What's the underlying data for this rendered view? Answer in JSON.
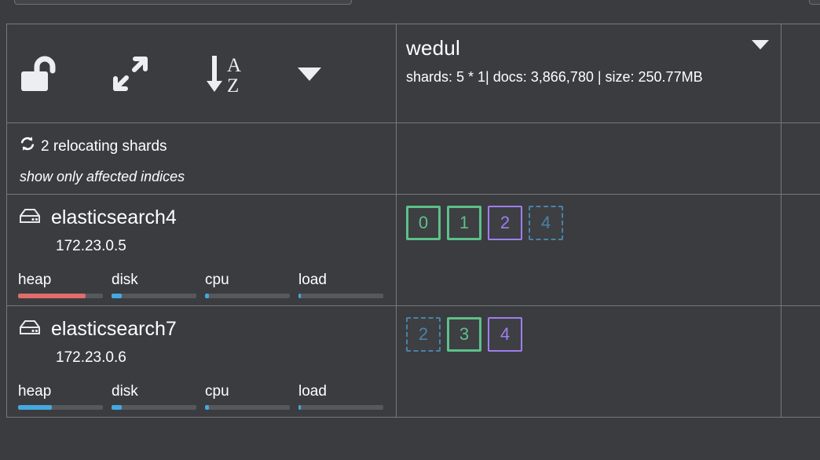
{
  "toolbar": {
    "buttons": [
      {
        "name": "toggle-lock",
        "icon": "unlock-icon",
        "label": "unlocked"
      },
      {
        "name": "expand-shards",
        "icon": "expand-arrows-icon",
        "label": "expand"
      },
      {
        "name": "sort-az",
        "icon": "sort-alpha-down-icon",
        "label": "sort A-Z"
      },
      {
        "name": "toolbar-dropdown",
        "icon": "caret-down-icon",
        "label": "more"
      }
    ]
  },
  "index": {
    "name": "wedul",
    "meta": "shards: 5 * 1| docs: 3,866,780 | size: 250.77MB",
    "shards_primaries": "5",
    "shards_replicas": "1",
    "docs": "3,866,780",
    "size": "250.77MB",
    "caret": "caret-down-icon"
  },
  "relocating": {
    "icon": "refresh-icon",
    "count": "2",
    "text": "2 relocating shards",
    "filter_link": "show only affected indices"
  },
  "nodes": [
    {
      "icon": "server-icon",
      "name": "elasticsearch4",
      "ip": "172.23.0.5",
      "metrics": [
        {
          "label": "heap",
          "percent": 80,
          "color": "#e06c6c"
        },
        {
          "label": "disk",
          "percent": 12,
          "color": "#45a8e0"
        },
        {
          "label": "cpu",
          "percent": 5,
          "color": "#45a8e0"
        },
        {
          "label": "load",
          "percent": 3,
          "color": "#45a8e0"
        }
      ],
      "shards": [
        {
          "id": "0",
          "state": "started-primary"
        },
        {
          "id": "1",
          "state": "started-primary"
        },
        {
          "id": "2",
          "state": "started-replica"
        },
        {
          "id": "4",
          "state": "relocating"
        }
      ]
    },
    {
      "icon": "server-icon",
      "name": "elasticsearch7",
      "ip": "172.23.0.6",
      "metrics": [
        {
          "label": "heap",
          "percent": 40,
          "color": "#45a8e0"
        },
        {
          "label": "disk",
          "percent": 12,
          "color": "#45a8e0"
        },
        {
          "label": "cpu",
          "percent": 5,
          "color": "#45a8e0"
        },
        {
          "label": "load",
          "percent": 3,
          "color": "#45a8e0"
        }
      ],
      "shards": [
        {
          "id": "2",
          "state": "relocating"
        },
        {
          "id": "3",
          "state": "started-primary"
        },
        {
          "id": "4",
          "state": "started-replica"
        }
      ]
    }
  ],
  "colors": {
    "background": "#3a3c3f",
    "panel": "#3d3f42",
    "border": "#76797c",
    "primary_shard": "#5dc08a",
    "replica_shard": "#a07ef0",
    "relocating_shard": "#4a82a8",
    "heap_warn": "#e06c6c",
    "metric_blue": "#45a8e0"
  }
}
